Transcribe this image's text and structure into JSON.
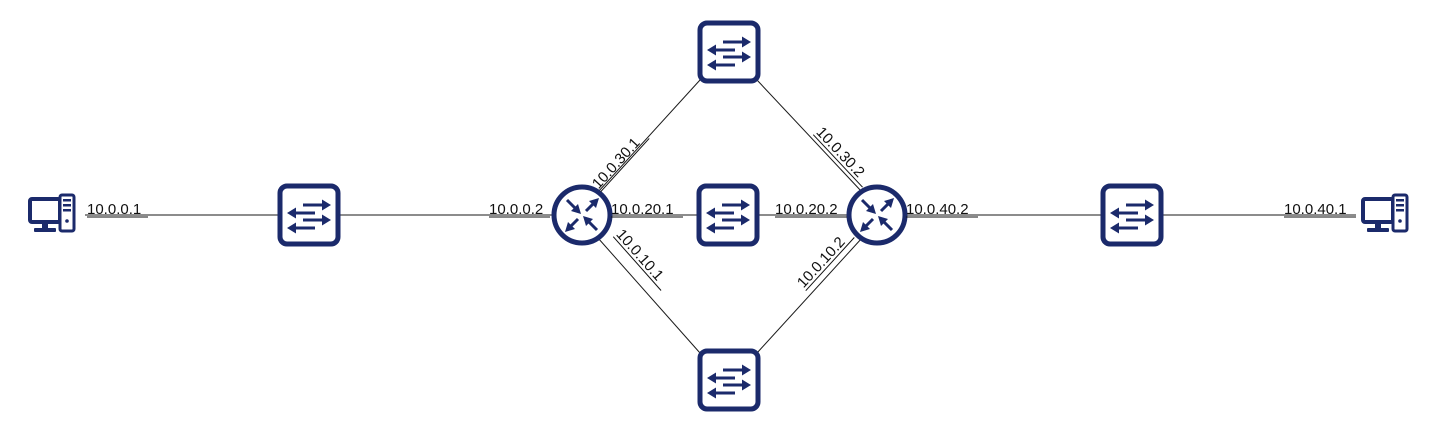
{
  "colors": {
    "device": "#1b2a6b",
    "device_bg": "#ffffff",
    "link": "#1a1a1a",
    "label": "#111111"
  },
  "nodes": [
    {
      "id": "pc-left",
      "type": "pc",
      "icon": "desktop-computer-icon"
    },
    {
      "id": "switch-left",
      "type": "switch",
      "icon": "switch-arrows-icon"
    },
    {
      "id": "router-left",
      "type": "router",
      "icon": "router-arrows-icon"
    },
    {
      "id": "switch-top",
      "type": "switch",
      "icon": "switch-arrows-icon"
    },
    {
      "id": "switch-middle",
      "type": "switch",
      "icon": "switch-arrows-icon"
    },
    {
      "id": "switch-bottom",
      "type": "switch",
      "icon": "switch-arrows-icon"
    },
    {
      "id": "router-right",
      "type": "router",
      "icon": "router-arrows-icon"
    },
    {
      "id": "switch-right",
      "type": "switch",
      "icon": "switch-arrows-icon"
    },
    {
      "id": "pc-right",
      "type": "pc",
      "icon": "desktop-computer-icon"
    }
  ],
  "links": [
    {
      "from": "pc-left",
      "to": "switch-left"
    },
    {
      "from": "switch-left",
      "to": "router-left"
    },
    {
      "from": "router-left",
      "to": "switch-top"
    },
    {
      "from": "router-left",
      "to": "switch-middle"
    },
    {
      "from": "router-left",
      "to": "switch-bottom"
    },
    {
      "from": "switch-top",
      "to": "router-right"
    },
    {
      "from": "switch-middle",
      "to": "router-right"
    },
    {
      "from": "switch-bottom",
      "to": "router-right"
    },
    {
      "from": "router-right",
      "to": "switch-right"
    },
    {
      "from": "switch-right",
      "to": "pc-right"
    }
  ],
  "ip_labels": {
    "pc_left": "10.0.0.1",
    "router_left_west": "10.0.0.2",
    "router_left_top": "10.0.30.1",
    "router_left_middle": "10.0.20.1",
    "router_left_bottom": "10.0.10.1",
    "router_right_top": "10.0.30.2",
    "router_right_middle": "10.0.20.2",
    "router_right_bottom": "10.0.10.2",
    "router_right_east": "10.0.40.2",
    "pc_right": "10.0.40.1"
  }
}
